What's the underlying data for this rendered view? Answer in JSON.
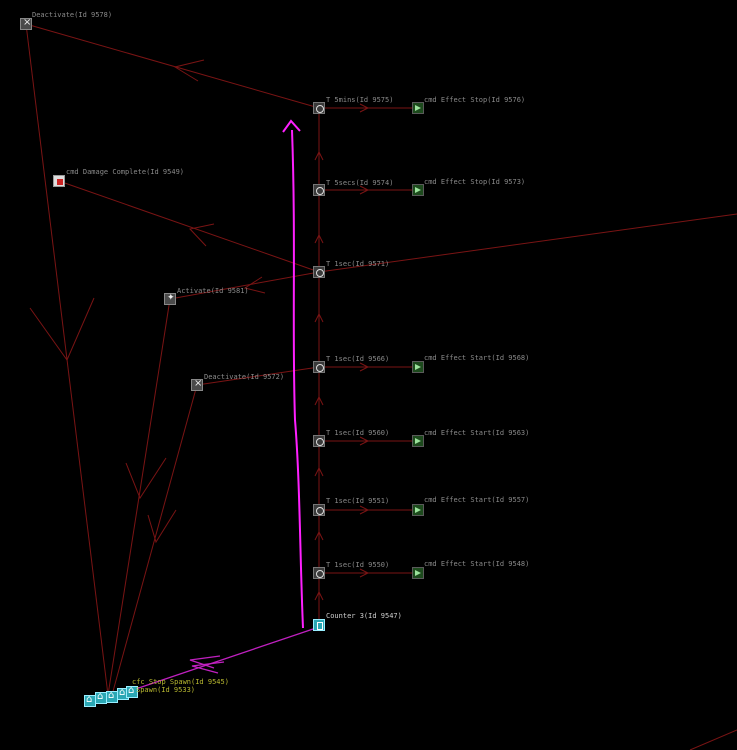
{
  "nodes": {
    "deactivate_9578": "Deactivate(Id 9578)",
    "timer_9575": "T 5mins(Id 9575)",
    "effect_stop_9576": "cmd Effect Stop(Id 9576)",
    "damage_9549": "cmd Damage Complete(Id 9549)",
    "timer_9574": "T 5secs(Id 9574)",
    "effect_stop_9573": "cmd Effect Stop(Id 9573)",
    "timer_9571": "T 1sec(Id 9571)",
    "activate_9581": "Activate(Id 9581)",
    "timer_9566": "T 1sec(Id 9566)",
    "effect_start_9568": "cmd Effect Start(Id 9568)",
    "deactivate_9572": "Deactivate(Id 9572)",
    "timer_9560": "T 1sec(Id 9560)",
    "effect_start_9563": "cmd Effect Start(Id 9563)",
    "timer_9551": "T 1sec(Id 9551)",
    "effect_start_9557": "cmd Effect Start(Id 9557)",
    "timer_9550": "T 1sec(Id 9550)",
    "effect_start_9548": "cmd Effect Start(Id 9548)",
    "counter_9547": "Counter 3(Id 9547)",
    "cluster_a": "cfc Stop Spawn(Id 9545)",
    "cluster_b": "Spawn(Id 9533)"
  },
  "colors": {
    "background": "#000000",
    "edge": "#7a1414",
    "selected_edge": "#c020c0",
    "annotation": "#ff20ff"
  }
}
